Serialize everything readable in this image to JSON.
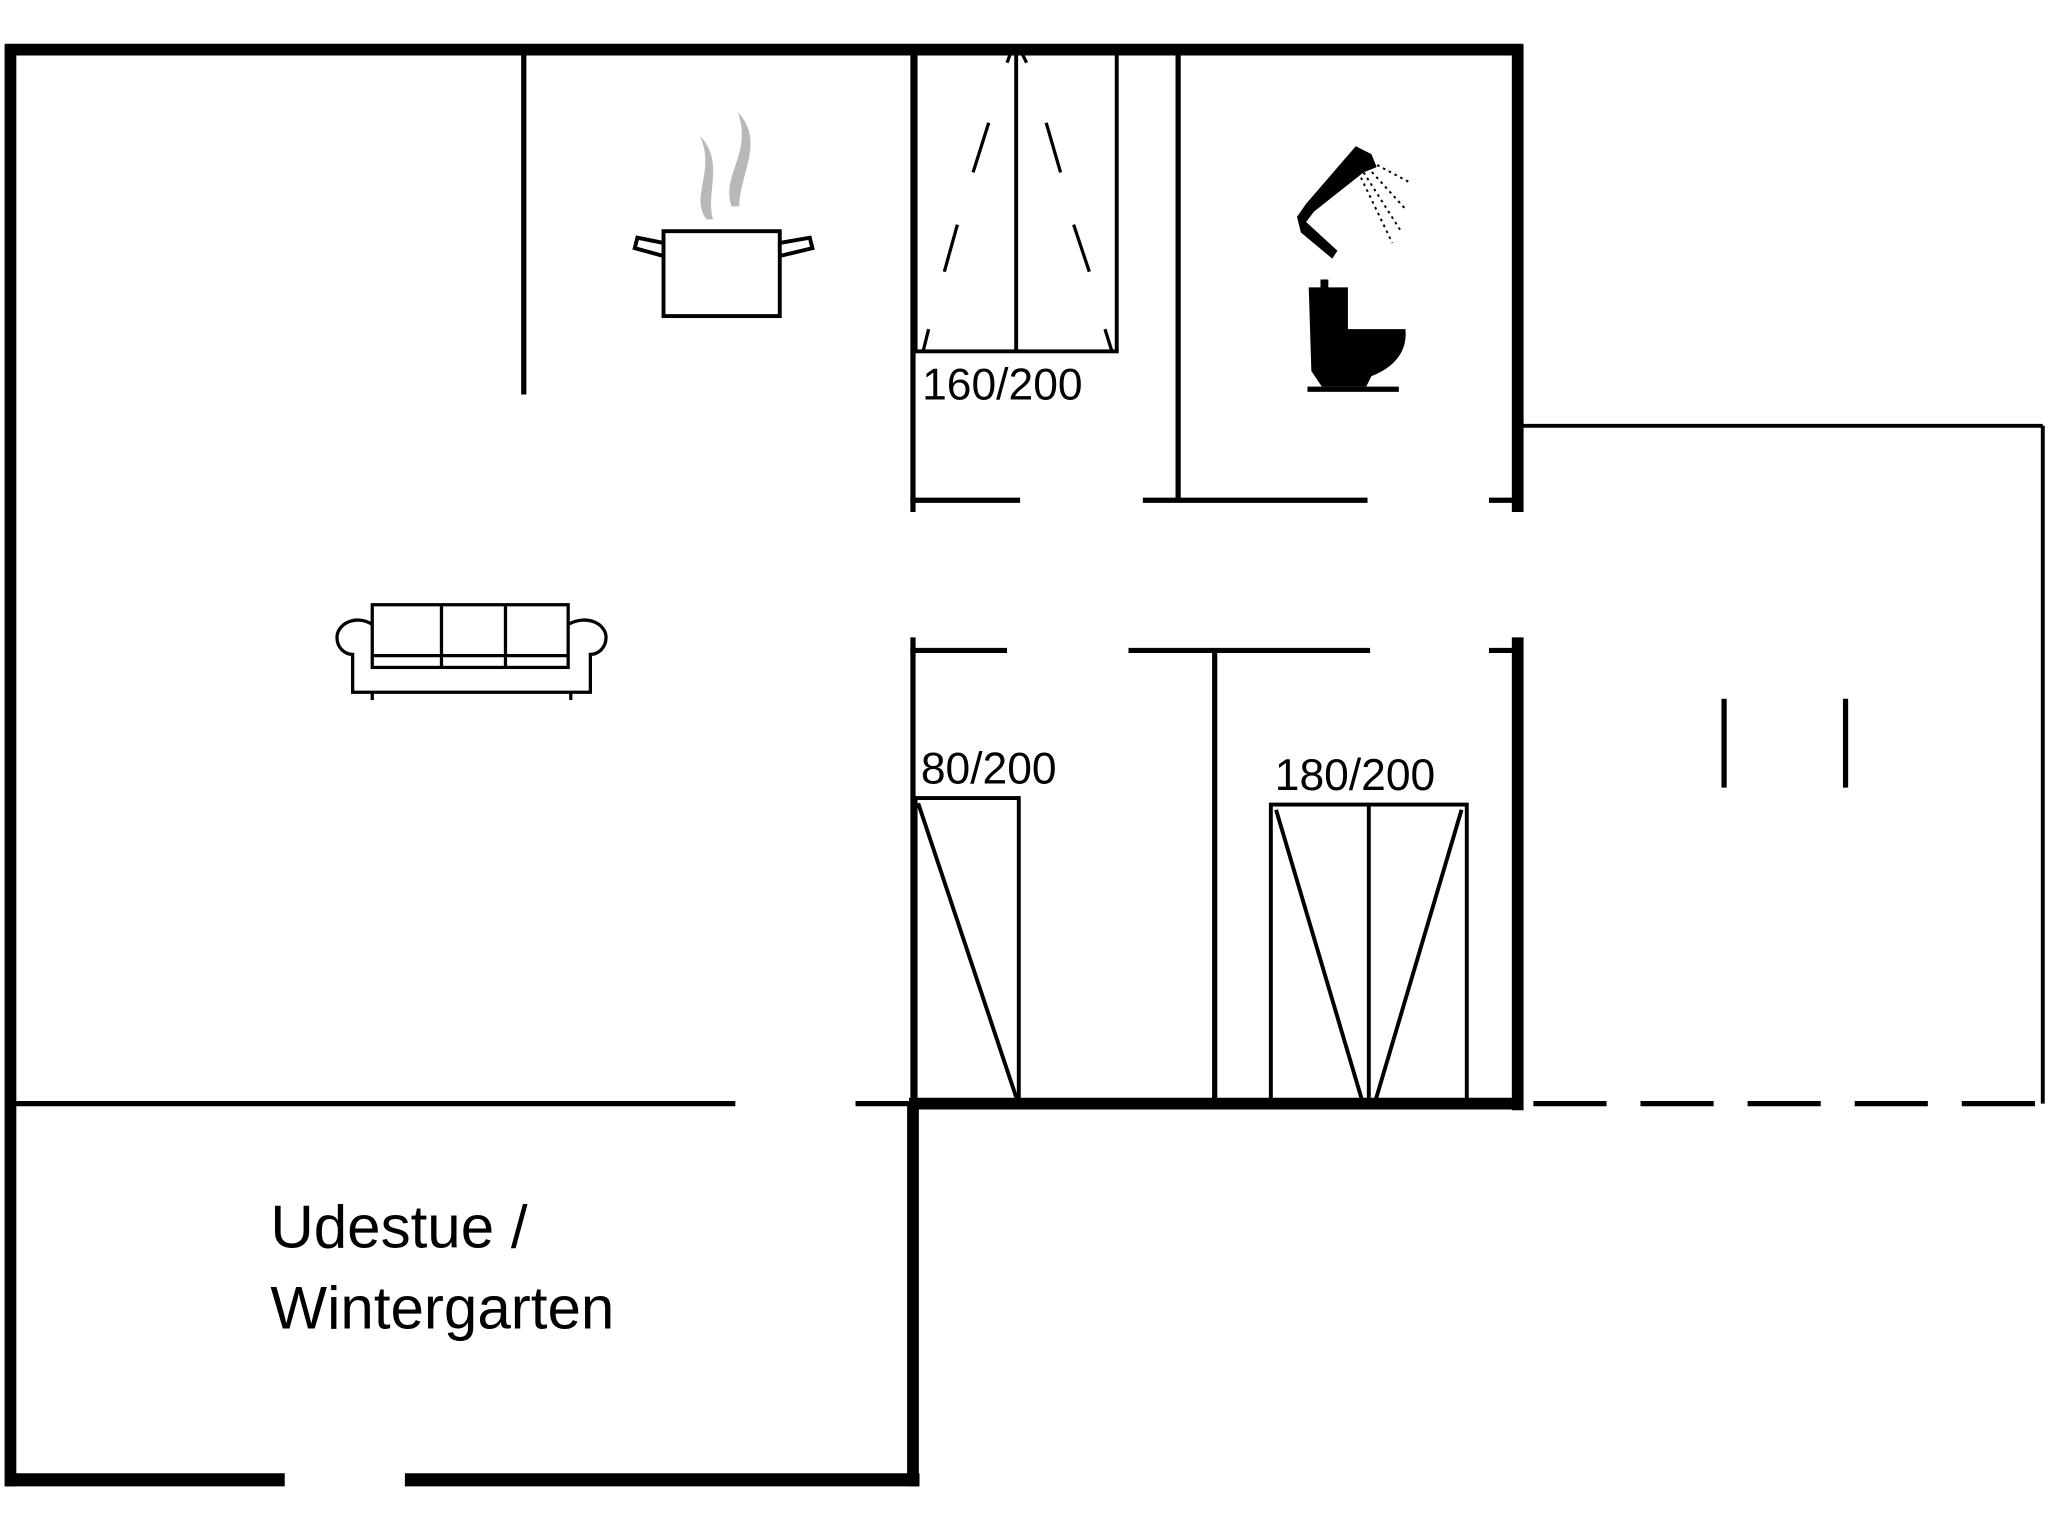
{
  "floorplan": {
    "colors": {
      "wall": "#000000",
      "steam": "#b8b8b8",
      "background": "#ffffff"
    },
    "rooms": [
      {
        "name": "kitchen-living",
        "icons": [
          "cooking-pot-icon",
          "sofa-icon"
        ]
      },
      {
        "name": "bedroom-1",
        "bed_label": "160/200"
      },
      {
        "name": "bathroom",
        "icons": [
          "shower-icon",
          "toilet-icon"
        ]
      },
      {
        "name": "bedroom-2",
        "bed_label": "80/200"
      },
      {
        "name": "bedroom-3",
        "bed_label": "180/200"
      },
      {
        "name": "sunroom",
        "label_line1": "Udestue /",
        "label_line2": "Wintergarten"
      },
      {
        "name": "terrace"
      }
    ]
  }
}
